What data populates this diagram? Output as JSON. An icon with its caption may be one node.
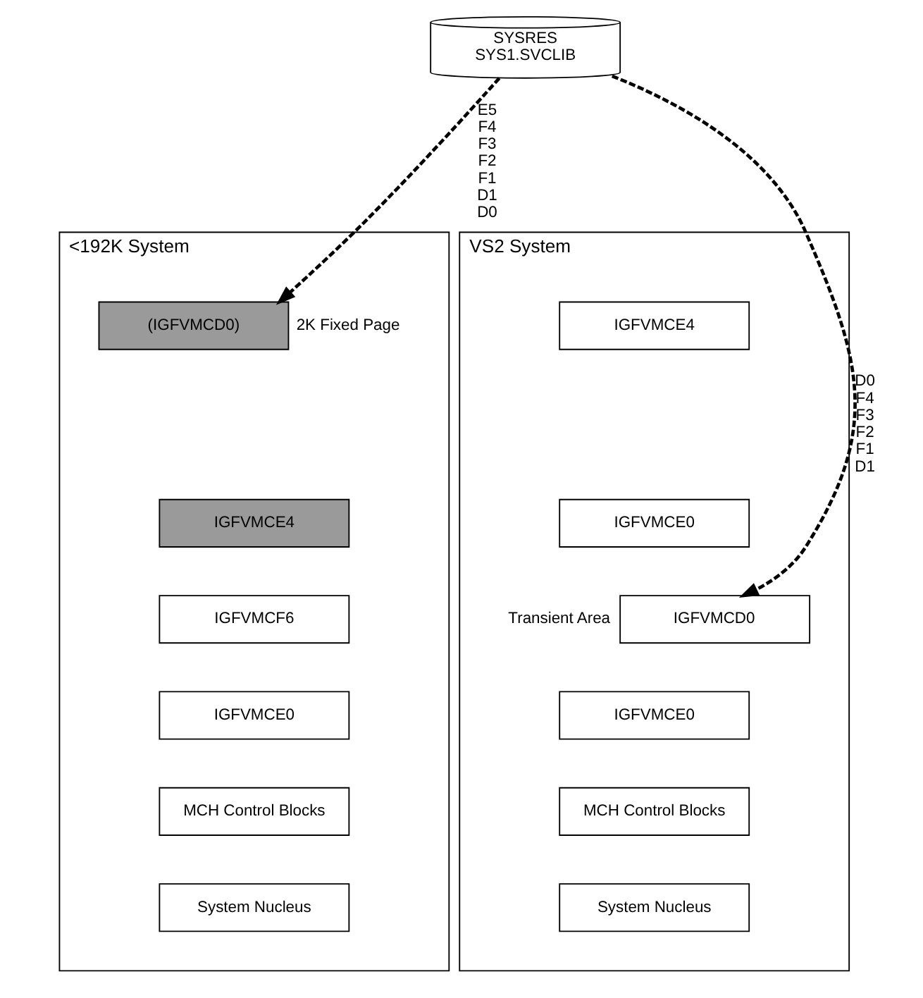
{
  "diagram": {
    "nodes": [
      {
        "text": [
          "SYSRES",
          "SYS1.SVCLIB"
        ]
      },
      {
        "text": [
          "<192K System"
        ]
      },
      {
        "text": [
          "(IGFVMCD0)"
        ],
        "in": 1,
        "beside": [
          "2K Fixed Page"
        ]
      },
      {
        "text": [
          "IGFVMCE4"
        ],
        "in": 1
      },
      {
        "text": [
          "IGFVMCF6"
        ],
        "in": 1
      },
      {
        "text": [
          "IGFVMCE0"
        ],
        "in": 1
      },
      {
        "text": [
          "MCH Control Blocks"
        ],
        "in": 1
      },
      {
        "text": [
          "System Nucleus"
        ],
        "in": 1
      },
      {
        "text": [
          "VS2 System"
        ]
      },
      {
        "text": [
          "IGFVMCE4"
        ],
        "in": 8
      },
      {
        "text": [
          "IGFVMCE0"
        ],
        "in": 8
      },
      {
        "text": [
          "IGFVMCD0"
        ],
        "in": 8,
        "beside": [
          "Transient Area"
        ]
      },
      {
        "text": [
          "IGFVMCE0"
        ],
        "in": 8
      },
      {
        "text": [
          "MCH Control Blocks"
        ],
        "in": 8
      },
      {
        "text": [
          "System Nucleus"
        ],
        "in": 8
      }
    ],
    "edges": [
      {
        "from": 0,
        "to": 2,
        "arrow": "to",
        "label": "E5 F4 F3 F2 F1 D1 D0",
        "style": "dashed"
      },
      {
        "from": 0,
        "to": 11,
        "arrow": "to",
        "label": "D0 F4 F3 F2 F1 D1",
        "style": "dashed"
      }
    ]
  }
}
